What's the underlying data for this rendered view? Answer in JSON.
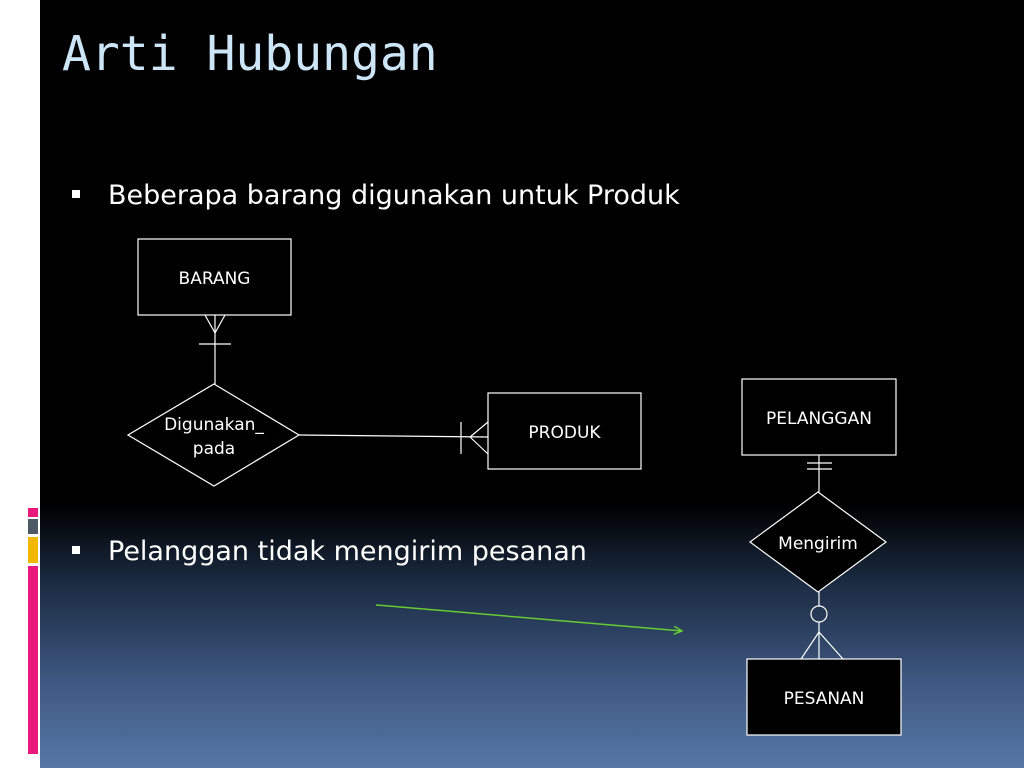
{
  "slide": {
    "title": "Arti Hubungan",
    "bullets": [
      "Beberapa barang digunakan untuk Produk",
      "Pelanggan tidak mengirim pesanan"
    ]
  },
  "diagram1": {
    "entity_top": "BARANG",
    "relationship_line1": "Digunakan_",
    "relationship_line2": "pada",
    "entity_right": "PRODUK"
  },
  "diagram2": {
    "entity_top": "PELANGGAN",
    "relationship": "Mengirim",
    "entity_bottom": "PESANAN"
  },
  "colors": {
    "title": "#cde6f7",
    "arrow": "#66cc33",
    "accent_pink": "#e8187d",
    "accent_gray": "#4d5a66",
    "accent_yellow": "#f2b800"
  }
}
